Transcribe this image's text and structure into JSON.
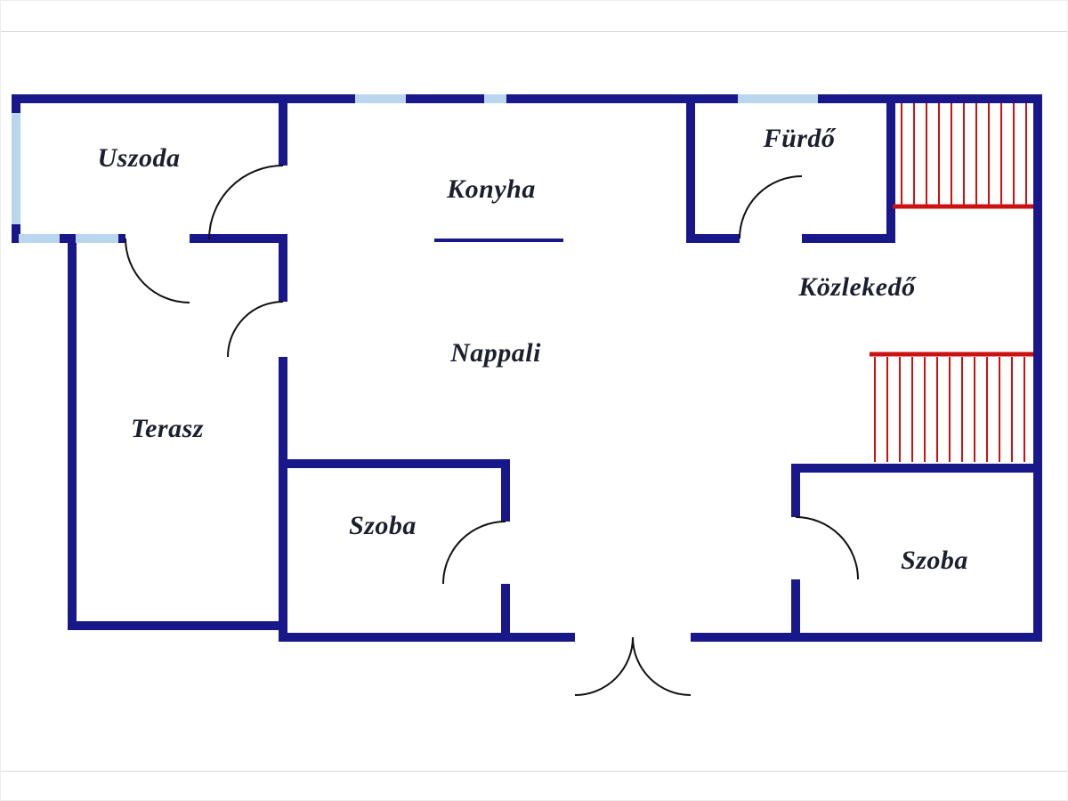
{
  "colors": {
    "wall": "#18188a",
    "window": "#b9d6ee",
    "stairs": "#cc1111",
    "label": "#1c1f2e",
    "background": "#ffffff"
  },
  "rooms": {
    "uszoda": {
      "label": "Uszoda"
    },
    "konyha": {
      "label": "Konyha"
    },
    "furdo": {
      "label": "Fürdő"
    },
    "kozlekedo": {
      "label": "Közlekedő"
    },
    "nappali": {
      "label": "Nappali"
    },
    "terasz": {
      "label": "Terasz"
    },
    "szoba_left": {
      "label": "Szoba"
    },
    "szoba_right": {
      "label": "Szoba"
    }
  }
}
